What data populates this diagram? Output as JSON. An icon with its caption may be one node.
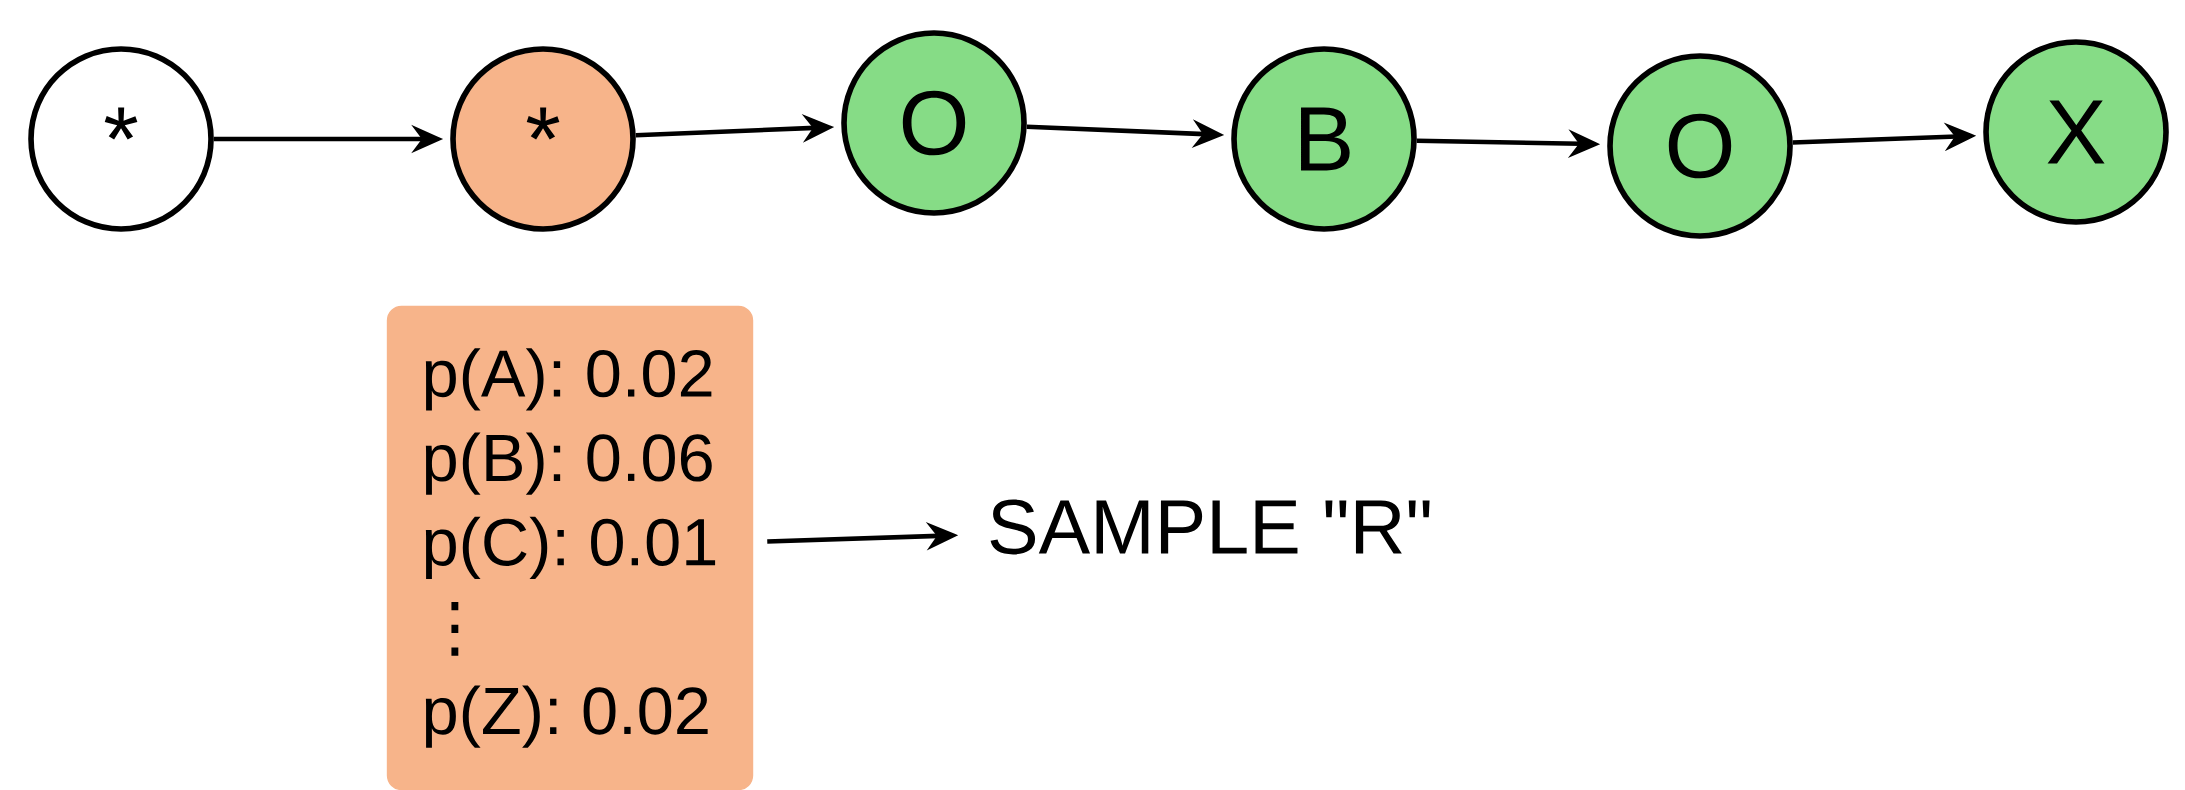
{
  "diagram": {
    "nodes": [
      {
        "text": [
          "*"
        ]
      },
      {
        "text": [
          "*"
        ]
      },
      {
        "text": [
          "O"
        ]
      },
      {
        "text": [
          "B"
        ]
      },
      {
        "text": [
          "O"
        ]
      },
      {
        "text": [
          "X"
        ]
      },
      {
        "text": [
          "p(A): 0.02",
          "p(B): 0.06",
          "p(C): 0.01",
          "⋮",
          "p(Z): 0.02"
        ]
      },
      {
        "text": [
          "SAMPLE \"R\""
        ]
      }
    ],
    "edges": [
      {
        "from": 0,
        "to": 1,
        "arrow": "to"
      },
      {
        "from": 1,
        "to": 2,
        "arrow": "to"
      },
      {
        "from": 2,
        "to": 3,
        "arrow": "to"
      },
      {
        "from": 3,
        "to": 4,
        "arrow": "to"
      },
      {
        "from": 4,
        "to": 5,
        "arrow": "to"
      },
      {
        "from": 6,
        "to": 7,
        "arrow": "to"
      }
    ]
  }
}
